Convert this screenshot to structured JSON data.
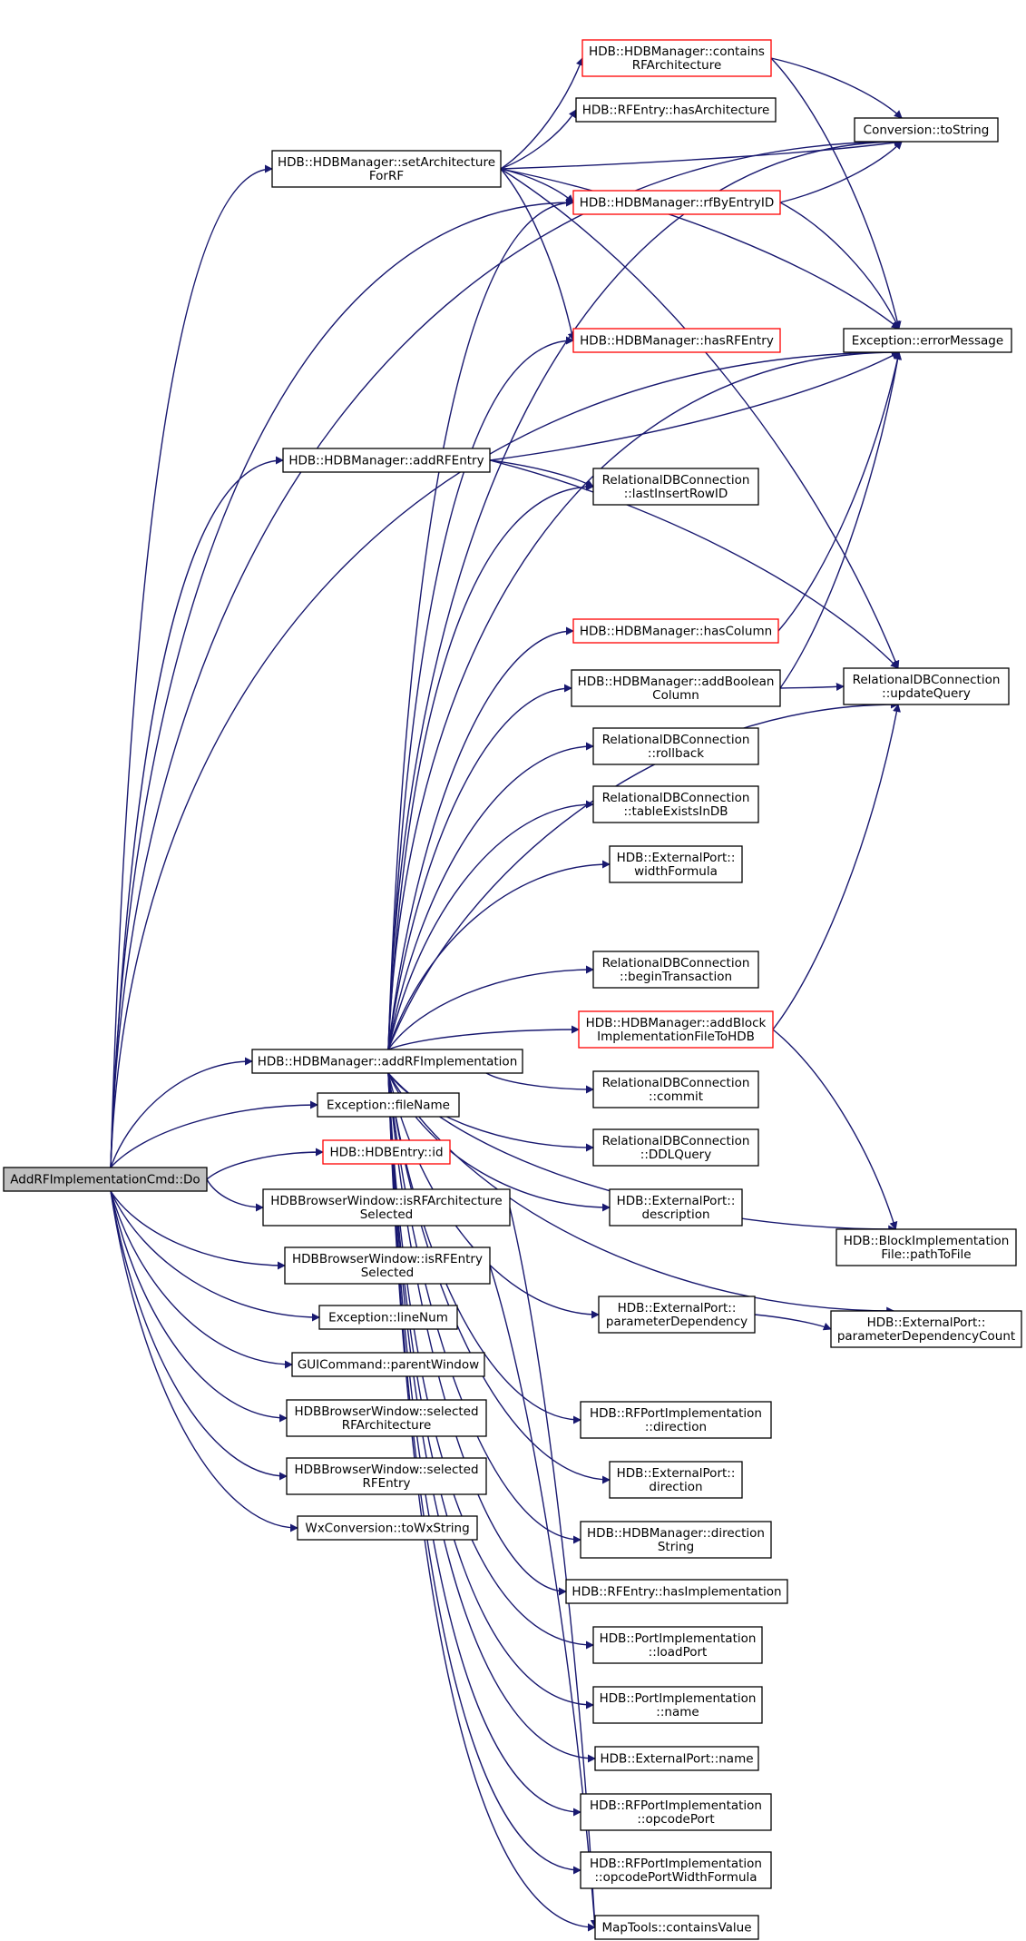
{
  "colors": {
    "edge": "#191970",
    "border": "#000000",
    "highlight_border": "#ff0000",
    "root_fill": "#bfbfbf"
  },
  "root": "AddRFImplementationCmd::Do",
  "nodes": [
    {
      "id": "root",
      "lines": [
        "AddRFImplementationCmd::Do"
      ],
      "style": "root"
    },
    {
      "id": "setArch",
      "lines": [
        "HDB::HDBManager::setArchitecture",
        "ForRF"
      ],
      "style": "normal"
    },
    {
      "id": "containsArch",
      "lines": [
        "HDB::HDBManager::contains",
        "RFArchitecture"
      ],
      "style": "red"
    },
    {
      "id": "rfHasArch",
      "lines": [
        "HDB::RFEntry::hasArchitecture"
      ],
      "style": "normal"
    },
    {
      "id": "toString",
      "lines": [
        "Conversion::toString"
      ],
      "style": "normal"
    },
    {
      "id": "rfByEntry",
      "lines": [
        "HDB::HDBManager::rfByEntryID"
      ],
      "style": "red"
    },
    {
      "id": "hasRFEntry",
      "lines": [
        "HDB::HDBManager::hasRFEntry"
      ],
      "style": "red"
    },
    {
      "id": "errorMessage",
      "lines": [
        "Exception::errorMessage"
      ],
      "style": "normal"
    },
    {
      "id": "addRFEntry",
      "lines": [
        "HDB::HDBManager::addRFEntry"
      ],
      "style": "normal"
    },
    {
      "id": "lastInsert",
      "lines": [
        "RelationalDBConnection",
        "::lastInsertRowID"
      ],
      "style": "normal"
    },
    {
      "id": "hasColumn",
      "lines": [
        "HDB::HDBManager::hasColumn"
      ],
      "style": "red"
    },
    {
      "id": "addBool",
      "lines": [
        "HDB::HDBManager::addBoolean",
        "Column"
      ],
      "style": "normal"
    },
    {
      "id": "updateQuery",
      "lines": [
        "RelationalDBConnection",
        "::updateQuery"
      ],
      "style": "normal"
    },
    {
      "id": "rollback",
      "lines": [
        "RelationalDBConnection",
        "::rollback"
      ],
      "style": "normal"
    },
    {
      "id": "tableExists",
      "lines": [
        "RelationalDBConnection",
        "::tableExistsInDB"
      ],
      "style": "normal"
    },
    {
      "id": "widthFormula",
      "lines": [
        "HDB::ExternalPort::",
        "widthFormula"
      ],
      "style": "normal"
    },
    {
      "id": "beginTrans",
      "lines": [
        "RelationalDBConnection",
        "::beginTransaction"
      ],
      "style": "normal"
    },
    {
      "id": "addBlock",
      "lines": [
        "HDB::HDBManager::addBlock",
        "ImplementationFileToHDB"
      ],
      "style": "red"
    },
    {
      "id": "addRFImpl",
      "lines": [
        "HDB::HDBManager::addRFImplementation"
      ],
      "style": "normal"
    },
    {
      "id": "commit",
      "lines": [
        "RelationalDBConnection",
        "::commit"
      ],
      "style": "normal"
    },
    {
      "id": "fileName",
      "lines": [
        "Exception::fileName"
      ],
      "style": "normal"
    },
    {
      "id": "entryId",
      "lines": [
        "HDB::HDBEntry::id"
      ],
      "style": "red"
    },
    {
      "id": "ddlQuery",
      "lines": [
        "RelationalDBConnection",
        "::DDLQuery"
      ],
      "style": "normal"
    },
    {
      "id": "isRFArch",
      "lines": [
        "HDBBrowserWindow::isRFArchitecture",
        "Selected"
      ],
      "style": "normal"
    },
    {
      "id": "description",
      "lines": [
        "HDB::ExternalPort::",
        "description"
      ],
      "style": "normal"
    },
    {
      "id": "isRFEntry",
      "lines": [
        "HDBBrowserWindow::isRFEntry",
        "Selected"
      ],
      "style": "normal"
    },
    {
      "id": "pathToFile",
      "lines": [
        "HDB::BlockImplementation",
        "File::pathToFile"
      ],
      "style": "normal"
    },
    {
      "id": "lineNum",
      "lines": [
        "Exception::lineNum"
      ],
      "style": "normal"
    },
    {
      "id": "paramDep",
      "lines": [
        "HDB::ExternalPort::",
        "parameterDependency"
      ],
      "style": "normal"
    },
    {
      "id": "paramDepCount",
      "lines": [
        "HDB::ExternalPort::",
        "parameterDependencyCount"
      ],
      "style": "normal"
    },
    {
      "id": "parentWindow",
      "lines": [
        "GUICommand::parentWindow"
      ],
      "style": "normal"
    },
    {
      "id": "selRFArch",
      "lines": [
        "HDBBrowserWindow::selected",
        "RFArchitecture"
      ],
      "style": "normal"
    },
    {
      "id": "rfPortDir",
      "lines": [
        "HDB::RFPortImplementation",
        "::direction"
      ],
      "style": "normal"
    },
    {
      "id": "selRFEntry",
      "lines": [
        "HDBBrowserWindow::selected",
        "RFEntry"
      ],
      "style": "normal"
    },
    {
      "id": "extDir",
      "lines": [
        "HDB::ExternalPort::",
        "direction"
      ],
      "style": "normal"
    },
    {
      "id": "toWx",
      "lines": [
        "WxConversion::toWxString"
      ],
      "style": "normal"
    },
    {
      "id": "dirString",
      "lines": [
        "HDB::HDBManager::direction",
        "String"
      ],
      "style": "normal"
    },
    {
      "id": "hasImpl",
      "lines": [
        "HDB::RFEntry::hasImplementation"
      ],
      "style": "normal"
    },
    {
      "id": "loadPort",
      "lines": [
        "HDB::PortImplementation",
        "::loadPort"
      ],
      "style": "normal"
    },
    {
      "id": "portName",
      "lines": [
        "HDB::PortImplementation",
        "::name"
      ],
      "style": "normal"
    },
    {
      "id": "extName",
      "lines": [
        "HDB::ExternalPort::name"
      ],
      "style": "normal"
    },
    {
      "id": "opcodePort",
      "lines": [
        "HDB::RFPortImplementation",
        "::opcodePort"
      ],
      "style": "normal"
    },
    {
      "id": "opcodeWidth",
      "lines": [
        "HDB::RFPortImplementation",
        "::opcodePortWidthFormula"
      ],
      "style": "normal"
    },
    {
      "id": "containsValue",
      "lines": [
        "MapTools::containsValue"
      ],
      "style": "normal"
    }
  ],
  "edges": [
    [
      "root",
      "setArch"
    ],
    [
      "root",
      "rfByEntry"
    ],
    [
      "root",
      "errorMessage"
    ],
    [
      "root",
      "addRFEntry"
    ],
    [
      "root",
      "addRFImpl"
    ],
    [
      "root",
      "fileName"
    ],
    [
      "root",
      "entryId"
    ],
    [
      "root",
      "isRFArch"
    ],
    [
      "root",
      "isRFEntry"
    ],
    [
      "root",
      "lineNum"
    ],
    [
      "root",
      "parentWindow"
    ],
    [
      "root",
      "selRFArch"
    ],
    [
      "root",
      "selRFEntry"
    ],
    [
      "root",
      "toWx"
    ],
    [
      "root",
      "toString"
    ],
    [
      "setArch",
      "containsArch"
    ],
    [
      "setArch",
      "rfHasArch"
    ],
    [
      "setArch",
      "toString"
    ],
    [
      "setArch",
      "rfByEntry"
    ],
    [
      "setArch",
      "hasRFEntry"
    ],
    [
      "setArch",
      "errorMessage"
    ],
    [
      "setArch",
      "updateQuery"
    ],
    [
      "containsArch",
      "toString"
    ],
    [
      "containsArch",
      "errorMessage"
    ],
    [
      "rfByEntry",
      "toString"
    ],
    [
      "rfByEntry",
      "errorMessage"
    ],
    [
      "addRFEntry",
      "errorMessage"
    ],
    [
      "addRFEntry",
      "lastInsert"
    ],
    [
      "addRFEntry",
      "updateQuery"
    ],
    [
      "hasColumn",
      "errorMessage"
    ],
    [
      "addBool",
      "updateQuery"
    ],
    [
      "addBool",
      "errorMessage"
    ],
    [
      "addBlock",
      "updateQuery"
    ],
    [
      "addBlock",
      "pathToFile"
    ],
    [
      "paramDep",
      "paramDepCount"
    ],
    [
      "isRFArch",
      "containsValue"
    ],
    [
      "isRFEntry",
      "containsValue"
    ],
    [
      "addRFImpl",
      "rfByEntry"
    ],
    [
      "addRFImpl",
      "hasRFEntry"
    ],
    [
      "addRFImpl",
      "lastInsert"
    ],
    [
      "addRFImpl",
      "toString"
    ],
    [
      "addRFImpl",
      "errorMessage"
    ],
    [
      "addRFImpl",
      "hasColumn"
    ],
    [
      "addRFImpl",
      "addBool"
    ],
    [
      "addRFImpl",
      "rollback"
    ],
    [
      "addRFImpl",
      "tableExists"
    ],
    [
      "addRFImpl",
      "widthFormula"
    ],
    [
      "addRFImpl",
      "updateQuery"
    ],
    [
      "addRFImpl",
      "beginTrans"
    ],
    [
      "addRFImpl",
      "addBlock"
    ],
    [
      "addRFImpl",
      "commit"
    ],
    [
      "addRFImpl",
      "ddlQuery"
    ],
    [
      "addRFImpl",
      "description"
    ],
    [
      "addRFImpl",
      "pathToFile"
    ],
    [
      "addRFImpl",
      "paramDep"
    ],
    [
      "addRFImpl",
      "paramDepCount"
    ],
    [
      "addRFImpl",
      "rfPortDir"
    ],
    [
      "addRFImpl",
      "extDir"
    ],
    [
      "addRFImpl",
      "dirString"
    ],
    [
      "addRFImpl",
      "hasImpl"
    ],
    [
      "addRFImpl",
      "loadPort"
    ],
    [
      "addRFImpl",
      "portName"
    ],
    [
      "addRFImpl",
      "extName"
    ],
    [
      "addRFImpl",
      "opcodePort"
    ],
    [
      "addRFImpl",
      "opcodeWidth"
    ],
    [
      "addRFImpl",
      "containsValue"
    ]
  ]
}
